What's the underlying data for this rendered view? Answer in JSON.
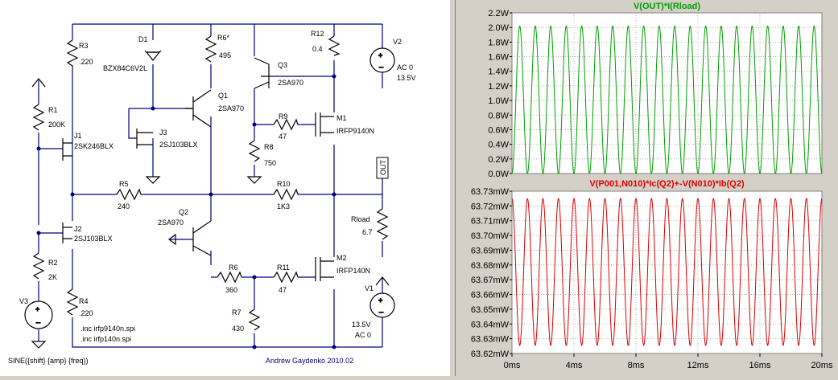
{
  "schematic": {
    "components": [
      {
        "ref": "R3",
        "value": ".220"
      },
      {
        "ref": "D1",
        "value": "BZX84C6V2L"
      },
      {
        "ref": "R6*",
        "value": "495"
      },
      {
        "ref": "R12",
        "value": "0.4"
      },
      {
        "ref": "V2",
        "value": "AC 0"
      },
      {
        "ref": "",
        "value": "13.5V"
      },
      {
        "ref": "Q3",
        "value": "2SA970"
      },
      {
        "ref": "Q1",
        "value": "2SA970"
      },
      {
        "ref": "R1",
        "value": "200K"
      },
      {
        "ref": "J1",
        "value": "2SK246BLX"
      },
      {
        "ref": "J3",
        "value": "2SJ103BLX"
      },
      {
        "ref": "R9",
        "value": "47"
      },
      {
        "ref": "M1",
        "value": "IRFP9140N"
      },
      {
        "ref": "R8",
        "value": "750"
      },
      {
        "ref": "R5",
        "value": "240"
      },
      {
        "ref": "R10",
        "value": "1K3"
      },
      {
        "ref": "Q2",
        "value": "2SA970"
      },
      {
        "ref": "Rload",
        "value": "6.7"
      },
      {
        "ref": "J2",
        "value": "2SJ103BLX"
      },
      {
        "ref": "R6",
        "value": "360"
      },
      {
        "ref": "R11",
        "value": "47"
      },
      {
        "ref": "M2",
        "value": "IRFP140N"
      },
      {
        "ref": "R2",
        "value": "2K"
      },
      {
        "ref": "V1",
        "value": ""
      },
      {
        "ref": "R4",
        "value": ".220"
      },
      {
        "ref": "R7",
        "value": "430"
      },
      {
        "ref": "V3",
        "value": ""
      }
    ],
    "v1_values": [
      "13.5V",
      "AC 0"
    ],
    "out_label": "OUT",
    "directives": [
      ".inc irfp9140n.spi",
      ".inc irfp140n.spi"
    ],
    "v3_source": "SINE({shift} {amp} {freq})",
    "author": "Andrew Gaydenko 2010.02"
  },
  "plots": [
    {
      "title": "V(OUT)*I(Rload)",
      "color": "#00a000",
      "y_ticks": [
        "2.2W",
        "2.0W",
        "1.8W",
        "1.6W",
        "1.4W",
        "1.2W",
        "1.0W",
        "0.8W",
        "0.6W",
        "0.4W",
        "0.2W",
        "0.0W"
      ],
      "y_range": [
        0.0,
        2.2
      ],
      "y_peak": 2.02,
      "y_trough": 0.0,
      "cycles": 20
    },
    {
      "title": "V(P001,N010)*Ic(Q2)+-V(N010)*Ib(Q2)",
      "color": "#dd0000",
      "y_ticks": [
        "63.73mW",
        "63.72mW",
        "63.71mW",
        "63.70mW",
        "63.69mW",
        "63.68mW",
        "63.67mW",
        "63.66mW",
        "63.65mW",
        "63.64mW",
        "63.63mW",
        "63.62mW"
      ],
      "y_range": [
        63.62,
        63.73
      ],
      "y_peak": 63.725,
      "y_trough": 63.6255,
      "cycles": 20
    }
  ],
  "x_ticks": [
    "0ms",
    "4ms",
    "8ms",
    "12ms",
    "16ms",
    "20ms"
  ],
  "x_range": [
    0,
    20
  ]
}
